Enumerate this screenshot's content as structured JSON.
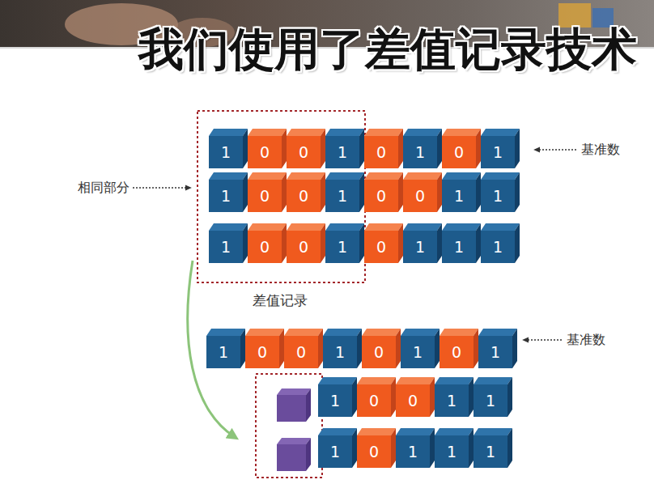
{
  "diagram": {
    "title": "我们使用了差值记录技术",
    "nodes": [
      {
        "text": [
          "1"
        ]
      },
      {
        "text": [
          "0"
        ]
      },
      {
        "text": [
          "0"
        ]
      },
      {
        "text": [
          "1"
        ]
      },
      {
        "text": [
          "0"
        ]
      },
      {
        "text": [
          "1"
        ]
      },
      {
        "text": [
          "0"
        ]
      },
      {
        "text": [
          "1"
        ]
      },
      {
        "text": [
          "1"
        ]
      },
      {
        "text": [
          "0"
        ]
      },
      {
        "text": [
          "0"
        ]
      },
      {
        "text": [
          "1"
        ]
      },
      {
        "text": [
          "0"
        ]
      },
      {
        "text": [
          "0"
        ]
      },
      {
        "text": [
          "1"
        ]
      },
      {
        "text": [
          "1"
        ]
      },
      {
        "text": [
          "1"
        ]
      },
      {
        "text": [
          "0"
        ]
      },
      {
        "text": [
          "0"
        ]
      },
      {
        "text": [
          "1"
        ]
      },
      {
        "text": [
          "0"
        ]
      },
      {
        "text": [
          "1"
        ]
      },
      {
        "text": [
          "1"
        ]
      },
      {
        "text": [
          "1"
        ]
      },
      {
        "text": [
          "1"
        ]
      },
      {
        "text": [
          "0"
        ]
      },
      {
        "text": [
          "0"
        ]
      },
      {
        "text": [
          "1"
        ]
      },
      {
        "text": [
          "0"
        ]
      },
      {
        "text": [
          "1"
        ]
      },
      {
        "text": [
          "0"
        ]
      },
      {
        "text": [
          "1"
        ]
      },
      {
        "text": [
          "1"
        ]
      },
      {
        "text": [
          "0"
        ]
      },
      {
        "text": [
          "0"
        ]
      },
      {
        "text": [
          "1"
        ]
      },
      {
        "text": [
          "1"
        ]
      },
      {
        "text": [
          "1"
        ]
      },
      {
        "text": [
          "0"
        ]
      },
      {
        "text": [
          "1"
        ]
      },
      {
        "text": [
          "1"
        ]
      },
      {
        "text": [
          "1"
        ]
      }
    ],
    "labels": [
      "基准数",
      "相同部分",
      "差值记录",
      "基准数"
    ]
  }
}
